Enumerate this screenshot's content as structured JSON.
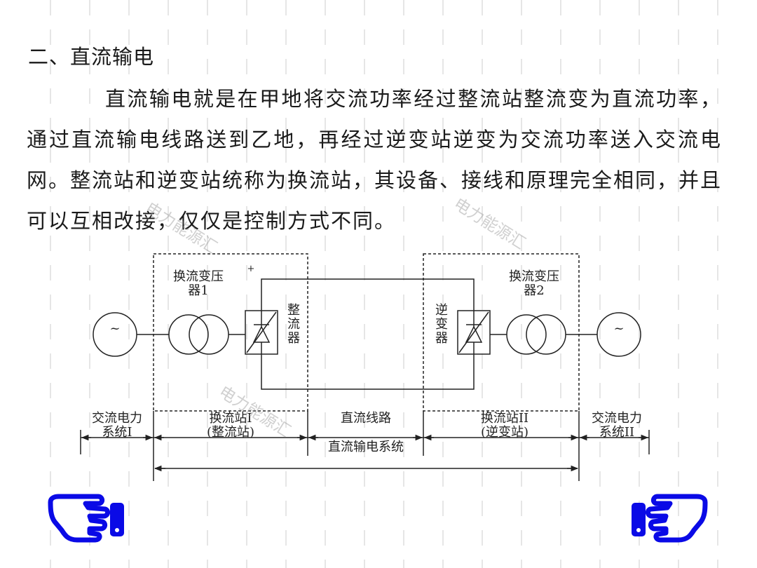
{
  "heading": "二、直流输电",
  "paragraph": "直流输电就是在甲地将交流功率经过整流站整流变为直流功率，通过直流输电线路送到乙地，再经过逆变站逆变为交流功率送入交流电网。整流站和逆变站统称为换流站，其设备、接线和原理完全相同，并且可以互相改接，仅仅是控制方式不同。",
  "watermark": "电力能源汇",
  "diagram": {
    "generator_symbol": "~",
    "plus_sign": "+",
    "transformer_1": [
      "换流变压",
      "器1"
    ],
    "transformer_2": [
      "换流变压",
      "器2"
    ],
    "rectifier": [
      "整",
      "流",
      "器"
    ],
    "inverter": [
      "逆",
      "变",
      "器"
    ],
    "ac_system_1": [
      "交流电力",
      "系统I"
    ],
    "converter_station_1": [
      "换流站I",
      "(整流站)"
    ],
    "dc_line": "直流线路",
    "converter_station_2": [
      "换流站II",
      "(逆变站)"
    ],
    "ac_system_2": [
      "交流电力",
      "系统II"
    ],
    "dc_system": "直流输电系统"
  },
  "navigation": {
    "prev_icon": "pointing-hand-left-icon",
    "next_icon": "pointing-hand-right-icon",
    "hand_color": "#0a0ae6"
  }
}
